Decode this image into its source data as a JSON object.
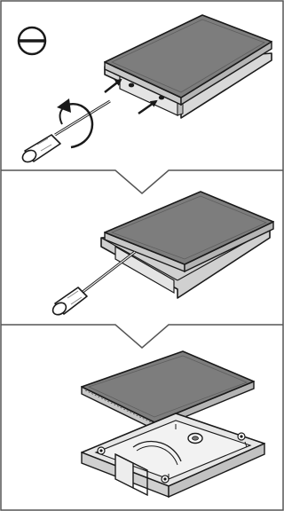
{
  "figure": {
    "panels": [
      {
        "step": 1,
        "tool": "flathead-screwdriver",
        "badge_icon": "flathead-slot-icon",
        "action": "unscrew-housing-screws",
        "rotation_arrow": "counterclockwise",
        "pointer_arrows": 2
      },
      {
        "step": 2,
        "tool": "flathead-screwdriver",
        "action": "pry-lid-open"
      },
      {
        "step": 3,
        "action": "lift-lid-from-tray"
      }
    ],
    "colors": {
      "stroke": "#1a1a1a",
      "panel_border": "#555555",
      "lid_top": "#7d7d7d",
      "lid_side": "#c8c8c8",
      "tray": "#e6e6e6",
      "tray_shadow": "#d0d0d0",
      "handle": "#ededed"
    }
  }
}
